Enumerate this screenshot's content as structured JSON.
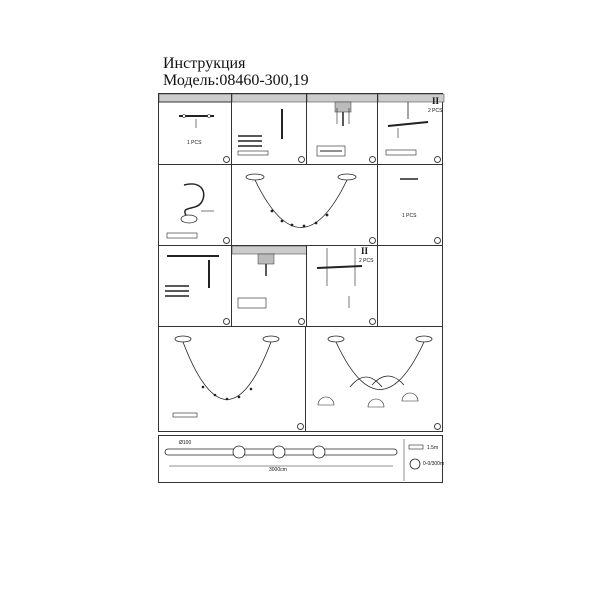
{
  "header": {
    "title": "Инструкция",
    "model": "Модель:08460-300,19"
  },
  "panels": {
    "p1_caption": "1 PCS",
    "p4_roman": "II",
    "p4_caption": "2 PCS",
    "p7_caption": "1 PCS",
    "p9_roman": "II",
    "p9_caption": "2 PCS"
  },
  "bottom": {
    "length_label": "3000cm",
    "angle_label": "Ø100",
    "cap1": "1.5m",
    "cap2": "0-0/300m"
  }
}
